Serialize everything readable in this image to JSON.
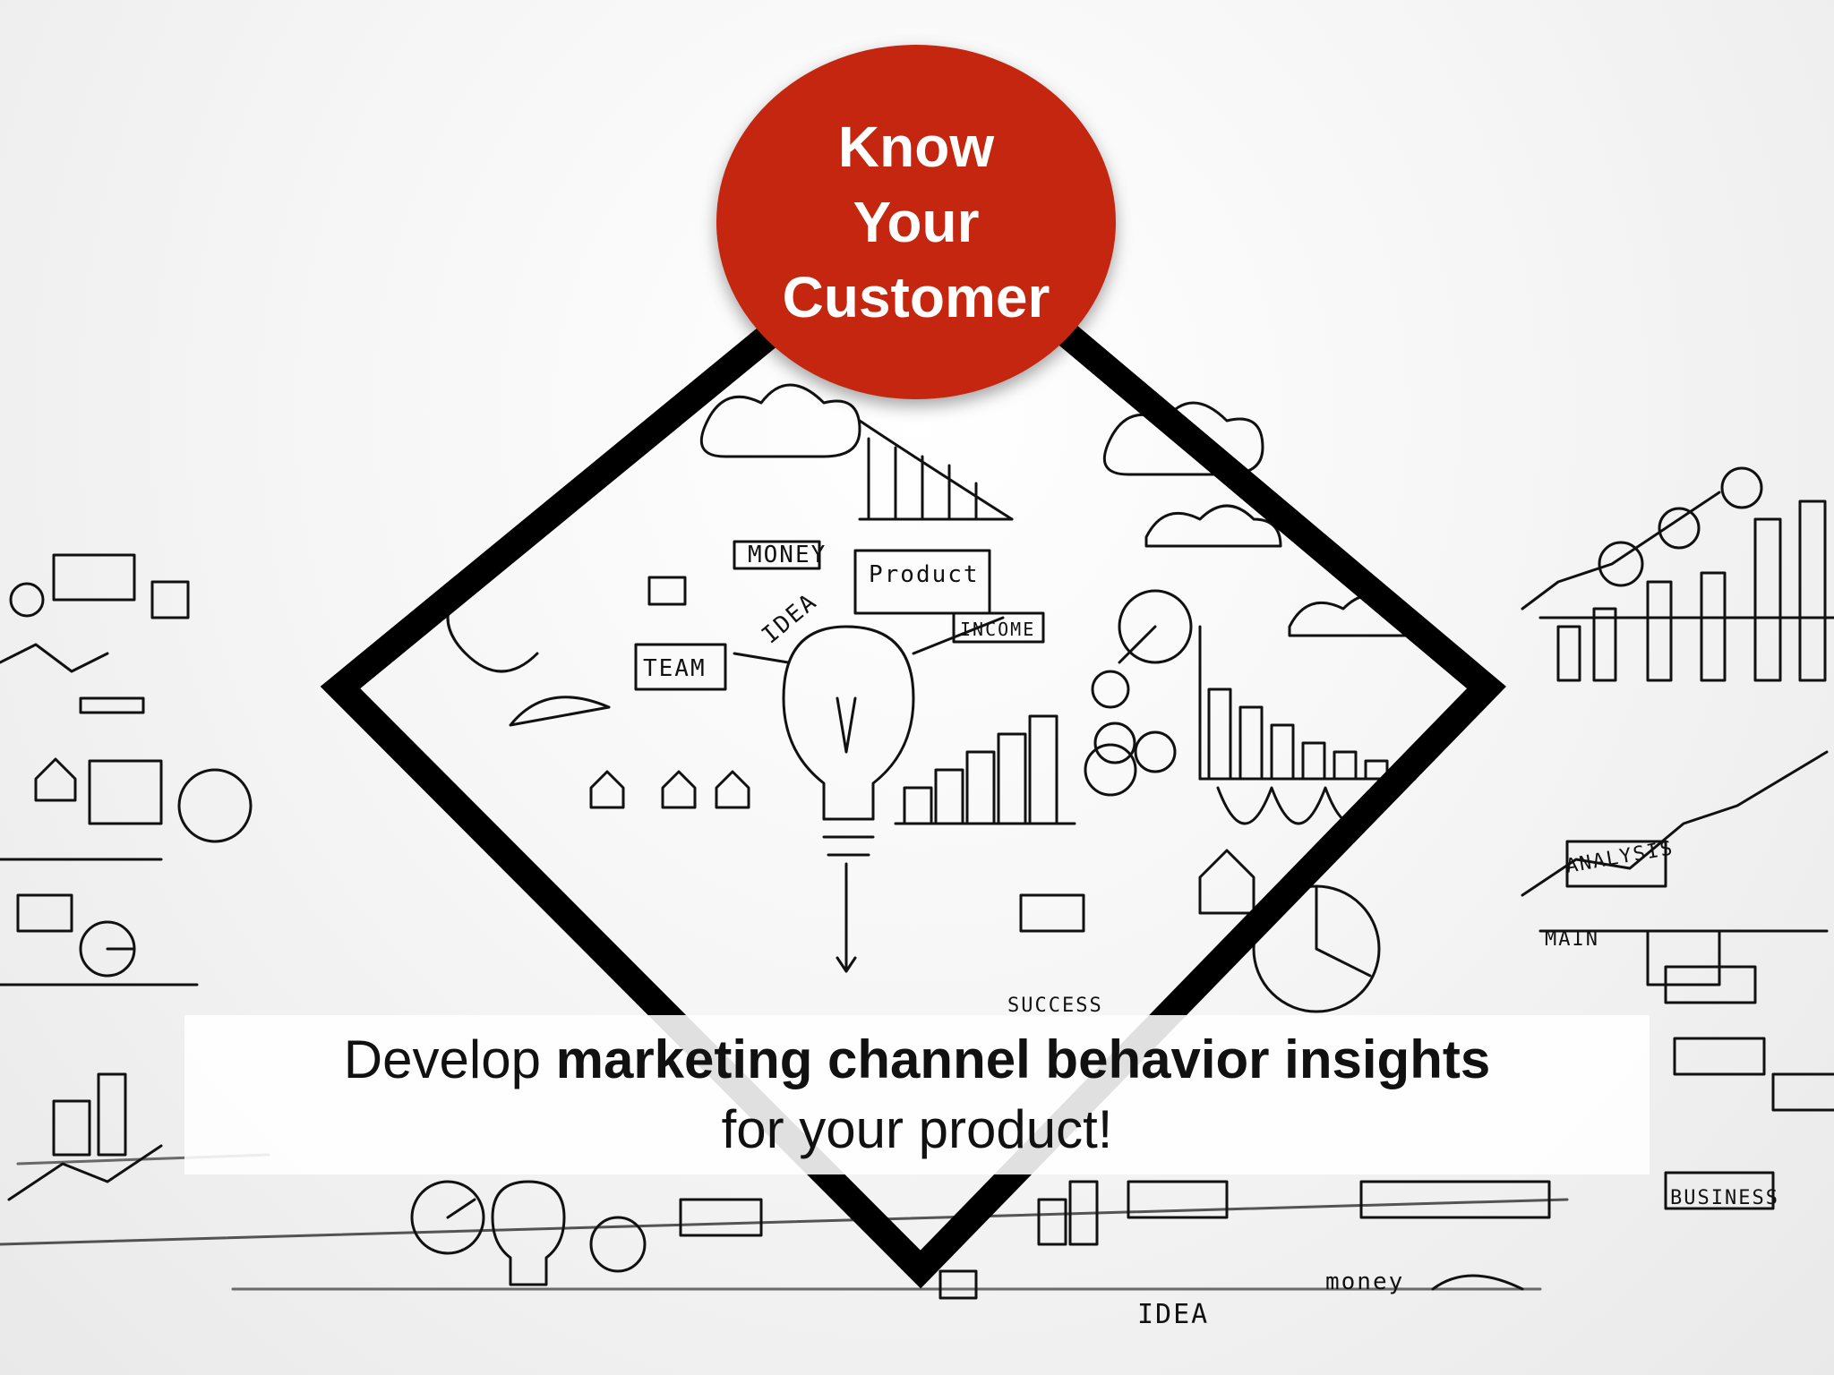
{
  "badge": {
    "line1": "Know",
    "line2": "Your",
    "line3": "Customer",
    "color": "#c4260f"
  },
  "caption": {
    "line1_prefix": "Develop",
    "line1_bold": "marketing channel behavior insights",
    "line2": "for your product!"
  },
  "sketch_labels": {
    "money": "MONEY",
    "product": "Product",
    "team": "TEAM",
    "idea": "IDEA",
    "income": "INCOME",
    "success": "SUCCESS",
    "analysis": "ANALYSIS",
    "main": "MAIN",
    "business": "BUSINESS",
    "idea_bottom": "IDEA",
    "money_bottom": "money"
  },
  "colors": {
    "frame": "#000000",
    "ink": "#111111",
    "accent": "#c4260f"
  },
  "icons": [
    "lightbulb-icon",
    "cloud-icon",
    "house-icon",
    "bar-chart-icon",
    "pie-chart-icon",
    "arrow-icon"
  ]
}
